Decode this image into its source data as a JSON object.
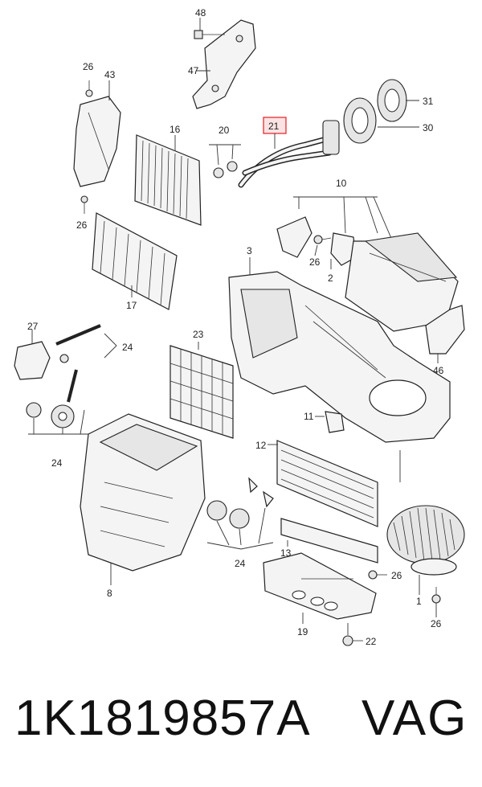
{
  "diagram": {
    "callouts": {
      "c48": "48",
      "c47": "47",
      "c26a": "26",
      "c43": "43",
      "c16": "16",
      "c20": "20",
      "c21": "21",
      "c31": "31",
      "c30": "30",
      "c10": "10",
      "c26b": "26",
      "c3": "3",
      "c26c": "26",
      "c2": "2",
      "c17": "17",
      "c27": "27",
      "c24a": "24",
      "c23": "23",
      "c46": "46",
      "c24b": "24",
      "c11": "11",
      "c12": "12",
      "c24c": "24",
      "c13": "13",
      "c26d": "26",
      "c8": "8",
      "c1": "1",
      "c19": "19",
      "c26e": "26",
      "c22": "22"
    },
    "highlight_color": "#e31e24"
  },
  "caption": {
    "part_number": "1K1819857A",
    "brand": "VAG"
  }
}
